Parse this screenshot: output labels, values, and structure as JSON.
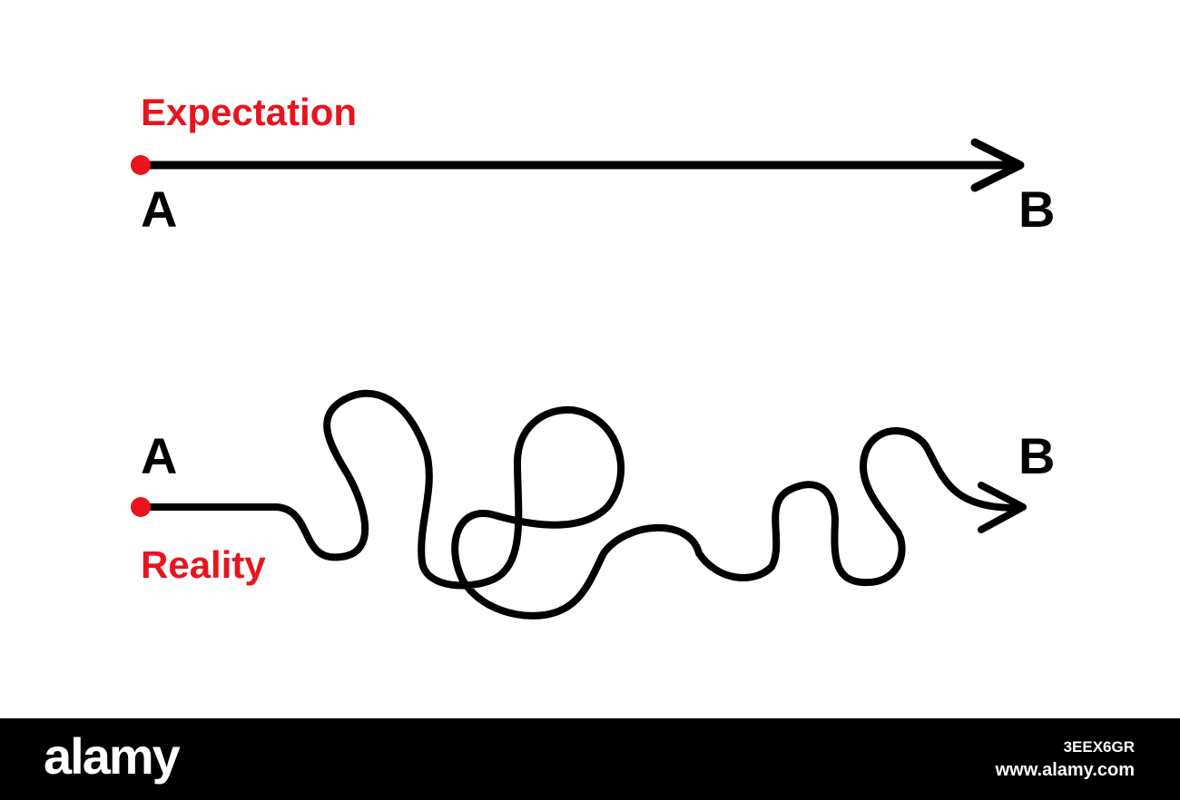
{
  "diagram": {
    "expectation": {
      "label": "Expectation",
      "start_label": "A",
      "end_label": "B"
    },
    "reality": {
      "label": "Reality",
      "start_label": "A",
      "end_label": "B"
    },
    "colors": {
      "accent": "#e8141e",
      "line": "#000000"
    }
  },
  "footer": {
    "brand": "alamy",
    "image_id": "3EEX6GR",
    "url": "www.alamy.com"
  }
}
